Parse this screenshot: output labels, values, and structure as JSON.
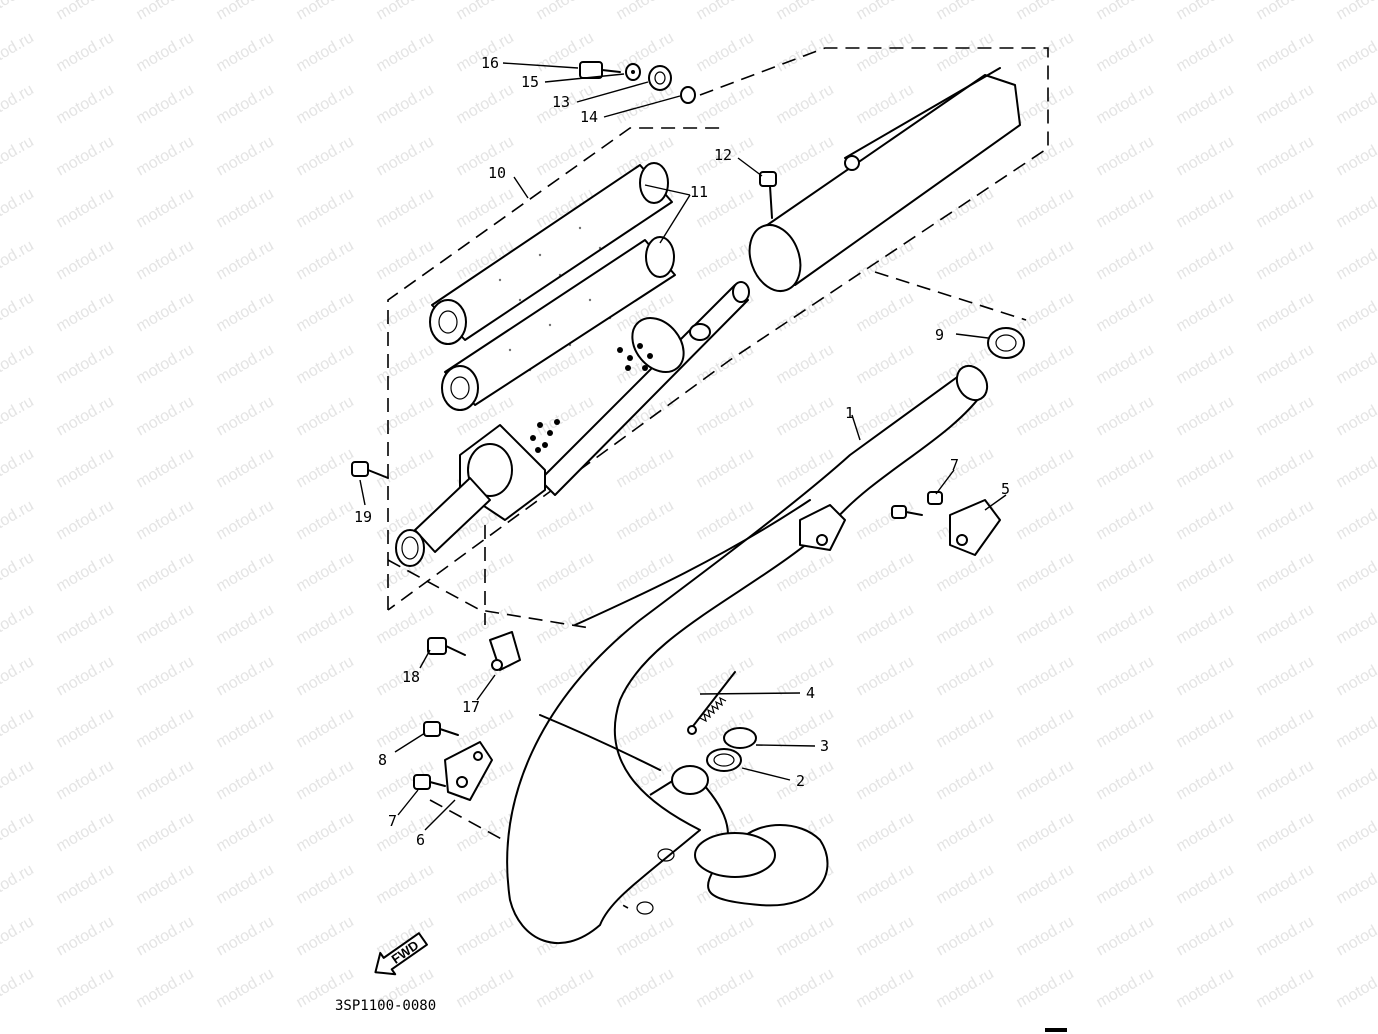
{
  "watermark": "motod.ru",
  "parts": [
    {
      "ref": "1"
    },
    {
      "ref": "2"
    },
    {
      "ref": "3"
    },
    {
      "ref": "4"
    },
    {
      "ref": "5"
    },
    {
      "ref": "6"
    },
    {
      "ref": "7"
    },
    {
      "ref": "7"
    },
    {
      "ref": "8"
    },
    {
      "ref": "9"
    },
    {
      "ref": "10"
    },
    {
      "ref": "11"
    },
    {
      "ref": "12"
    },
    {
      "ref": "13"
    },
    {
      "ref": "14"
    },
    {
      "ref": "15"
    },
    {
      "ref": "16"
    },
    {
      "ref": "17"
    },
    {
      "ref": "18"
    },
    {
      "ref": "19"
    }
  ],
  "direction_badge": "FWD",
  "diagram_code": "3SP1100-0080"
}
